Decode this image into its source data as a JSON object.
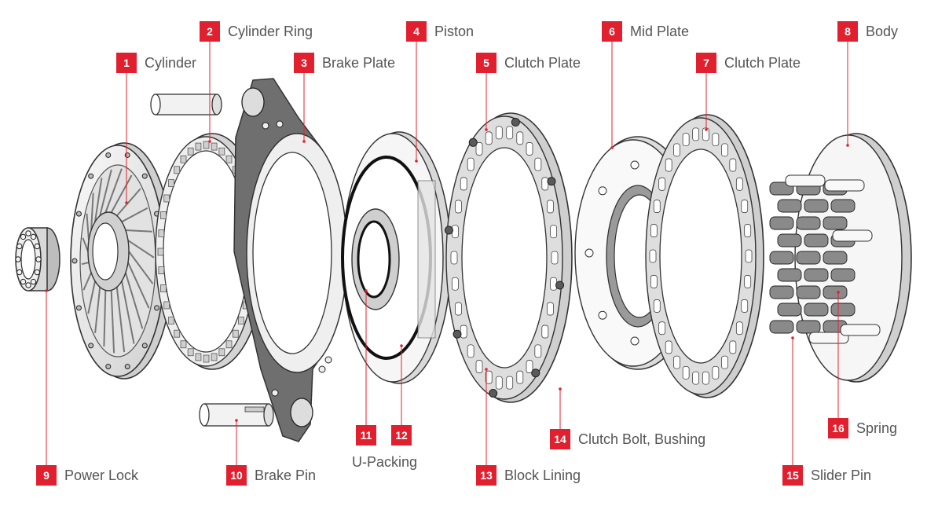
{
  "colors": {
    "accent": "#e0202f",
    "leader": "#e0202f",
    "label": "#555555",
    "part_fill": "#e9e9e9",
    "part_stroke": "#3a3a3a",
    "plate_dark": "#6f6f6f"
  },
  "parts": [
    {
      "num": "1",
      "label": "Cylinder"
    },
    {
      "num": "2",
      "label": "Cylinder Ring"
    },
    {
      "num": "3",
      "label": "Brake Plate"
    },
    {
      "num": "4",
      "label": "Piston"
    },
    {
      "num": "5",
      "label": "Clutch Plate"
    },
    {
      "num": "6",
      "label": "Mid Plate"
    },
    {
      "num": "7",
      "label": "Clutch Plate"
    },
    {
      "num": "8",
      "label": "Body"
    },
    {
      "num": "9",
      "label": "Power Lock"
    },
    {
      "num": "10",
      "label": "Brake Pin"
    },
    {
      "num": "11",
      "label": ""
    },
    {
      "num": "12",
      "label": ""
    },
    {
      "num": "13",
      "label": "Block Lining"
    },
    {
      "num": "14",
      "label": "Clutch Bolt, Bushing"
    },
    {
      "num": "15",
      "label": "Slider Pin"
    },
    {
      "num": "16",
      "label": "Spring"
    }
  ],
  "shared_label": "U-Packing"
}
